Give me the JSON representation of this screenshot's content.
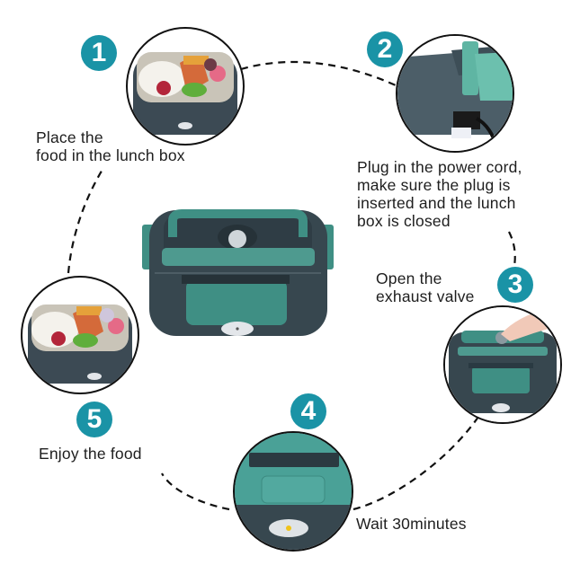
{
  "title": "Electric lunch box usage steps",
  "colors": {
    "badge": "#1a93a6",
    "box_body": "#37474f",
    "box_accent": "#3f8f84",
    "path_line": "#111111"
  },
  "steps": [
    {
      "number": "1",
      "text_lines": [
        "Place the",
        "food in the lunch box"
      ],
      "image": "lunch-box-open-with-food"
    },
    {
      "number": "2",
      "text_lines": [
        "Plug in the power cord,",
        "make sure the plug is",
        "inserted and the lunch",
        "box is closed"
      ],
      "image": "power-cord-plug"
    },
    {
      "number": "3",
      "text_lines": [
        "Open the",
        "exhaust valve"
      ],
      "image": "finger-pressing-valve"
    },
    {
      "number": "4",
      "text_lines": [
        "Wait 30minutes"
      ],
      "image": "indicator-light-closeup"
    },
    {
      "number": "5",
      "text_lines": [
        "Enjoy the food"
      ],
      "image": "lunch-box-open-with-food"
    }
  ],
  "center_image": "closed-lunch-box"
}
